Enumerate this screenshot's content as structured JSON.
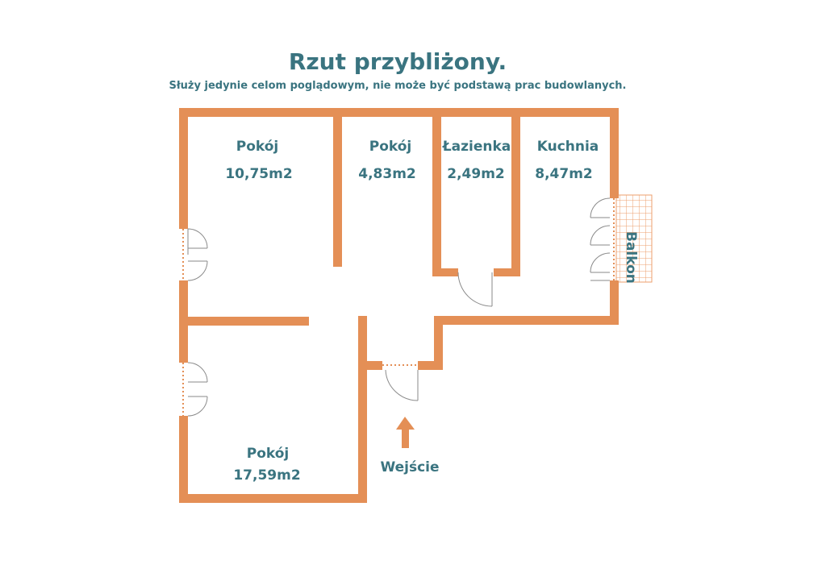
{
  "header": {
    "title": "Rzut przybliżony.",
    "subtitle": "Służy jedynie celom poglądowym, nie może być podstawą prac budowlanych."
  },
  "rooms": [
    {
      "name": "Pokój",
      "area": "10,75m2"
    },
    {
      "name": "Pokój",
      "area": "4,83m2"
    },
    {
      "name": "Łazienka",
      "area": "2,49m2"
    },
    {
      "name": "Kuchnia",
      "area": "8,47m2"
    },
    {
      "name": "Pokój",
      "area": "17,59m2"
    }
  ],
  "balcony": {
    "label": "Balkon"
  },
  "entrance": {
    "label": "Wejście",
    "arrow_icon": "arrow-up-icon"
  },
  "colors": {
    "wall": "#e48f56",
    "text": "#3a7480",
    "balcony_grid": "#ec9f6e",
    "door_line": "#8a8a8a"
  }
}
